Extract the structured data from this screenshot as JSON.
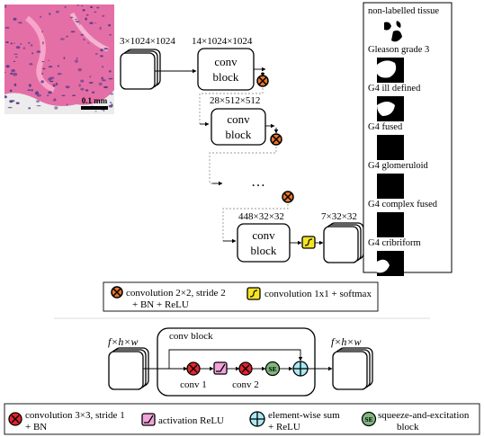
{
  "histology_image": {
    "scale_label": "0.1 mm",
    "colors": {
      "stroma": "#e46fa6",
      "nuclei": "#553a86",
      "background": "#ececec"
    }
  },
  "top_diagram": {
    "input_dims": "3×1024×1024",
    "level1_dims": "14×1024×1024",
    "level2_dims": "28×512×512",
    "level4_dims": "448×32×32",
    "output_dims": "7×32×32",
    "block_label_line1": "conv",
    "block_label_line2": "block",
    "ellipsis": "…"
  },
  "classes": [
    {
      "label": "non-labelled tissue"
    },
    {
      "label": "Gleason grade 3"
    },
    {
      "label": "G4 ill defined"
    },
    {
      "label": "G4 fused"
    },
    {
      "label": "G4 glomeruloid"
    },
    {
      "label": "G4 complex fused"
    },
    {
      "label": "G4 cribriform"
    }
  ],
  "legend_top": {
    "conv2x2_line1": "convolution 2×2, stride 2",
    "conv2x2_line2": "+ BN + ReLU",
    "conv1x1": "convolution 1x1 + softmax"
  },
  "conv_block_detail": {
    "title": "conv block",
    "input_dims": "f×h×w",
    "output_dims": "f×h×w",
    "conv1_label": "conv 1",
    "conv2_label": "conv 2",
    "se_symbol": "SE"
  },
  "legend_bottom": {
    "conv3x3_line1": "convolution 3×3, stride 1",
    "conv3x3_line2": "+ BN",
    "activation": "activation ReLU",
    "sum_line1": "element-wise sum",
    "sum_line2": "+ ReLU",
    "se_line1": "squeeze-and-excitation",
    "se_line2": "block"
  },
  "colors": {
    "conv2x2_orange": "#e8762c",
    "conv1x1_yellow": "#f6e424",
    "conv3x3_red": "#e3242b",
    "relu_pink": "#f2a4d8",
    "sum_cyan": "#a9eaf5",
    "se_green": "#7fb77e"
  }
}
